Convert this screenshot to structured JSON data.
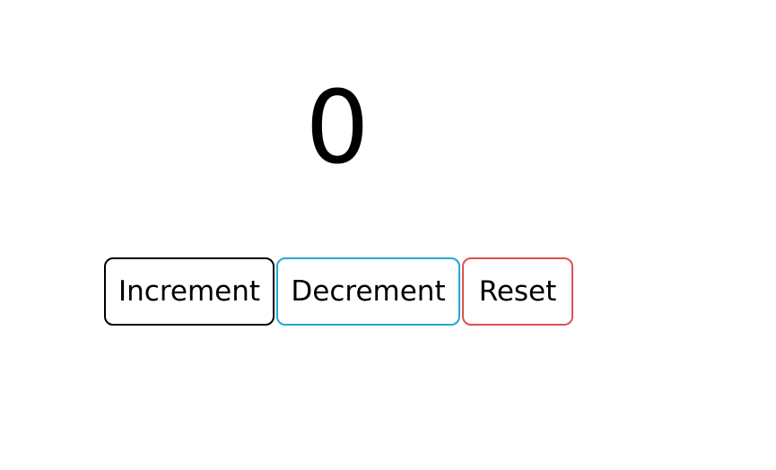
{
  "counter": {
    "value": "0"
  },
  "buttons": {
    "increment_label": "Increment",
    "decrement_label": "Decrement",
    "reset_label": "Reset"
  },
  "colors": {
    "increment_border": "#000000",
    "decrement_border": "#27a6d6",
    "reset_border": "#e05050"
  }
}
